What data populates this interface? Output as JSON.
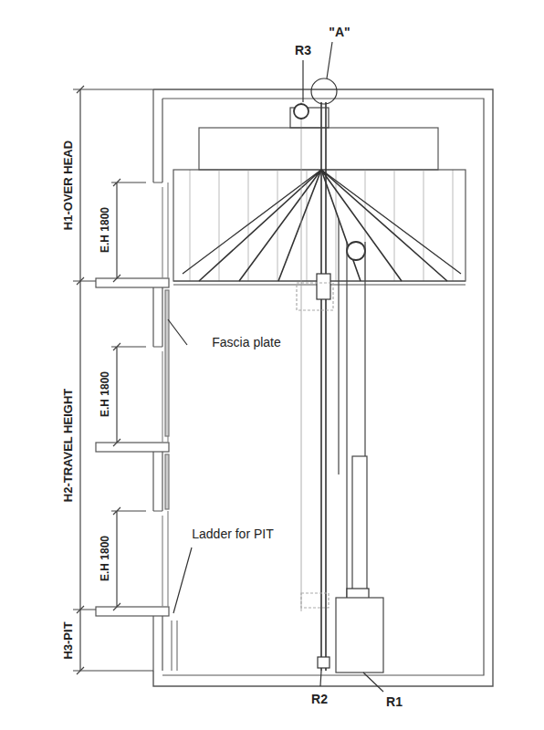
{
  "diagram": {
    "labels": [
      "R3",
      "\"A\"",
      "H1-OVER HEAD",
      "E.H 1800",
      "Fascia plate",
      "H2-TRAVEL HEIGHT",
      "E.H 1800",
      "Ladder for PIT",
      "E.H 1800",
      "H3-PIT",
      "R2",
      "R1"
    ]
  }
}
